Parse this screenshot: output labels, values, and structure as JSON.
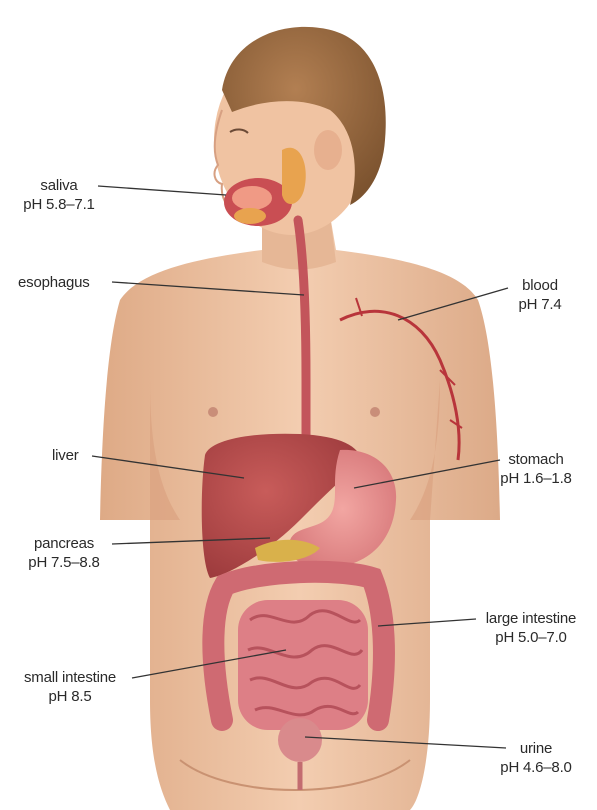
{
  "labels": {
    "saliva": {
      "name": "saliva",
      "ph": "pH 5.8–7.1"
    },
    "esophagus": {
      "name": "esophagus"
    },
    "blood": {
      "name": "blood",
      "ph": "pH 7.4"
    },
    "liver": {
      "name": "liver"
    },
    "stomach": {
      "name": "stomach",
      "ph": "pH 1.6–1.8"
    },
    "pancreas": {
      "name": "pancreas",
      "ph": "pH 7.5–8.8"
    },
    "large_intestine": {
      "name": "large intestine",
      "ph": "pH 5.0–7.0"
    },
    "small_intestine": {
      "name": "small intestine",
      "ph": "pH 8.5"
    },
    "urine": {
      "name": "urine",
      "ph": "pH 4.6–8.0"
    }
  },
  "colors": {
    "skin": "#f1c7a6",
    "skin_shadow": "#d9a582",
    "hair": "#9a6a40",
    "organ_red": "#c9545a",
    "liver": "#b84a4a",
    "stomach": "#e48f8f",
    "intestine": "#d7727a",
    "esophagus": "#c8575c",
    "leader_line": "#333333"
  }
}
